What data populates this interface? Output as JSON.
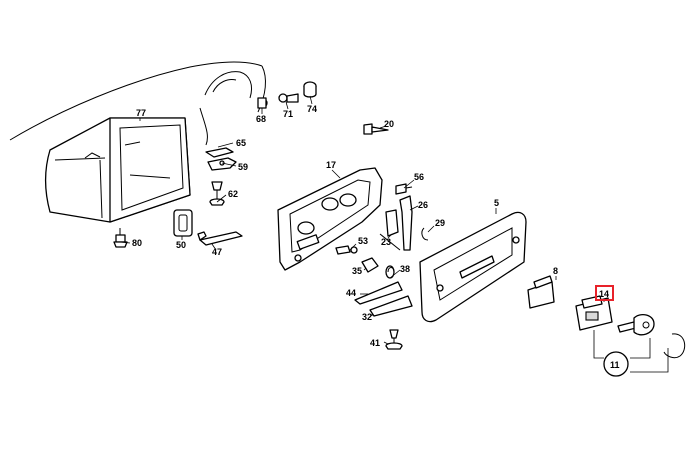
{
  "diagram": {
    "highlight_color": "#e8222a",
    "highlighted_label": "14",
    "callouts": {
      "p77": "77",
      "p65": "65",
      "p59": "59",
      "p62": "62",
      "p80": "80",
      "p50": "50",
      "p47": "47",
      "p68": "68",
      "p71": "71",
      "p74": "74",
      "p20": "20",
      "p17": "17",
      "p56": "56",
      "p26": "26",
      "p29": "29",
      "p23": "23",
      "p53": "53",
      "p35": "35",
      "p38": "38",
      "p44": "44",
      "p32": "32",
      "p41": "41",
      "p5": "5",
      "p8": "8",
      "p14": "14",
      "p11": "11"
    }
  }
}
